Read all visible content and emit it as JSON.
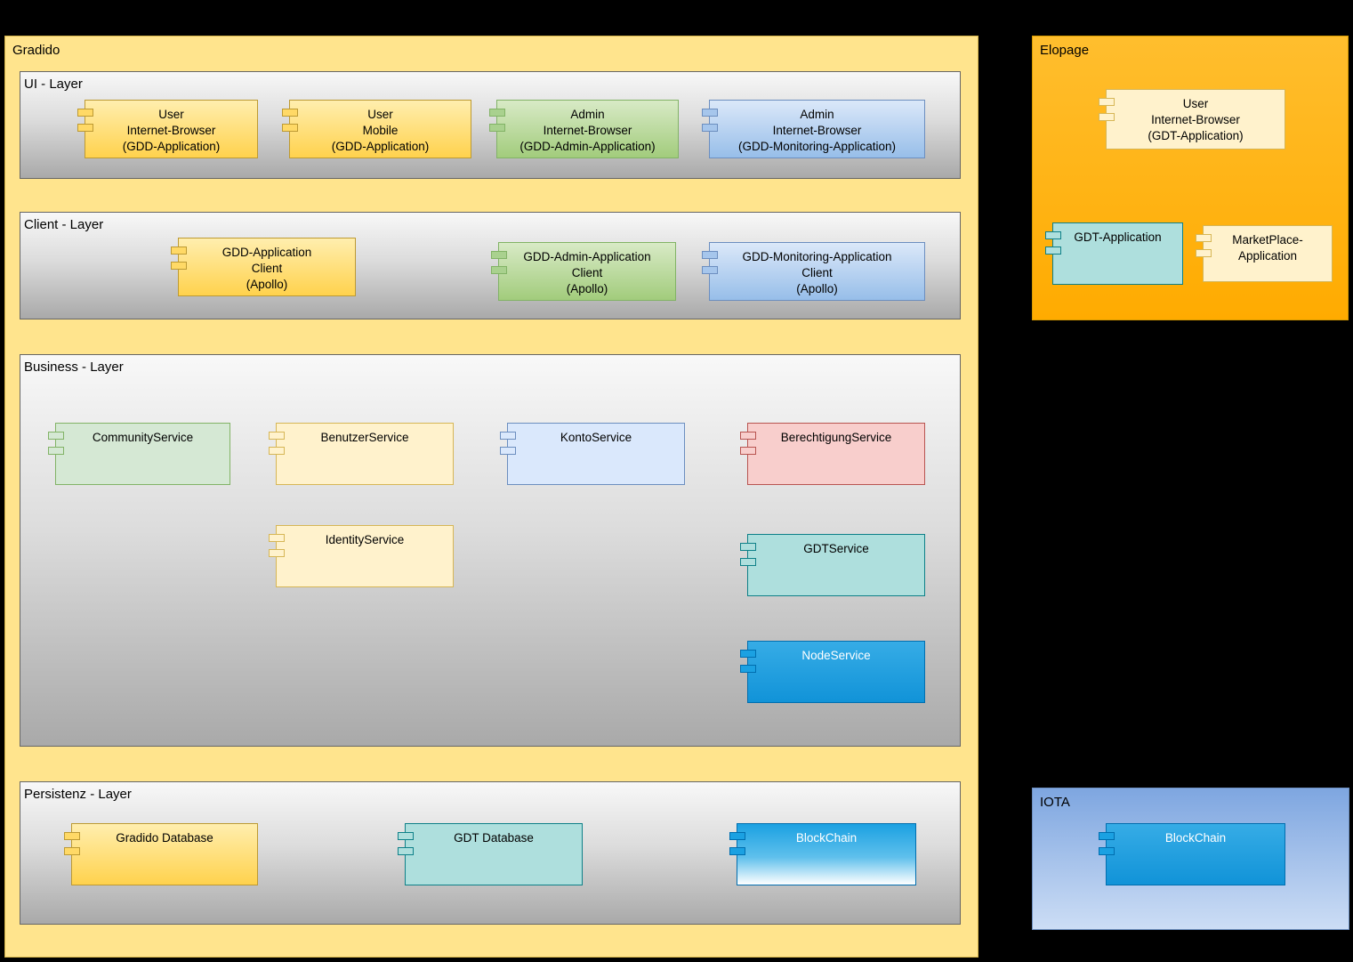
{
  "containers": {
    "gradido": {
      "title": "Gradido",
      "layers": {
        "ui": {
          "title": "UI - Layer",
          "components": [
            {
              "label": "User\nInternet-Browser\n(GDD-Application)"
            },
            {
              "label": "User\nMobile\n(GDD-Application)"
            },
            {
              "label": "Admin\nInternet-Browser\n(GDD-Admin-Application)"
            },
            {
              "label": "Admin\nInternet-Browser\n(GDD-Monitoring-Application)"
            }
          ]
        },
        "client": {
          "title": "Client - Layer",
          "components": [
            {
              "label": "GDD-Application\nClient\n(Apollo)"
            },
            {
              "label": "GDD-Admin-Application\nClient\n(Apollo)"
            },
            {
              "label": "GDD-Monitoring-Application\nClient\n(Apollo)"
            }
          ]
        },
        "business": {
          "title": "Business - Layer",
          "components": [
            {
              "label": "CommunityService"
            },
            {
              "label": "BenutzerService"
            },
            {
              "label": "KontoService"
            },
            {
              "label": "BerechtigungService"
            },
            {
              "label": "IdentityService"
            },
            {
              "label": "GDTService"
            },
            {
              "label": "NodeService"
            }
          ]
        },
        "persistenz": {
          "title": "Persistenz - Layer",
          "components": [
            {
              "label": "Gradido Database"
            },
            {
              "label": "GDT Database"
            },
            {
              "label": "BlockChain"
            }
          ]
        }
      }
    },
    "elopage": {
      "title": "Elopage",
      "components": [
        {
          "label": "User\nInternet-Browser\n(GDT-Application)"
        },
        {
          "label": "GDT-Application"
        },
        {
          "label": "MarketPlace-\nApplication"
        }
      ]
    },
    "iota": {
      "title": "IOTA",
      "components": [
        {
          "label": "BlockChain"
        }
      ]
    }
  },
  "palette": {
    "background": "#000000",
    "gradido_fill": "#FFE48D",
    "elopage_fill": "#FFB21E",
    "layer_gradient_top": "#F8F8F8",
    "layer_gradient_bottom": "#A9A9A9",
    "yellow": "#FFD966",
    "pale_yellow": "#FFF2CC",
    "green": "#A9D18E",
    "pale_green": "#D5E8D4",
    "blue": "#9CC3E8",
    "pale_blue": "#DAE8FC",
    "pink": "#F8CECC",
    "teal": "#AEDFDD",
    "strong_blue": "#1BA1E2",
    "iota_gradient_top": "#7EA6E0",
    "iota_gradient_bottom": "#CCDDF5"
  }
}
